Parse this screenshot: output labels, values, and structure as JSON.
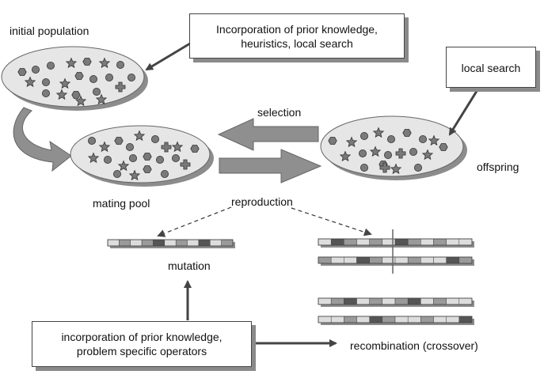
{
  "labels": {
    "initial_population": "initial population",
    "mating_pool": "mating pool",
    "offspring": "offspring",
    "selection": "selection",
    "reproduction": "reproduction",
    "mutation": "mutation",
    "recombination": "recombination (crossover)"
  },
  "boxes": {
    "prior_knowledge_top": [
      "Incorporation of prior knowledge,",
      "heuristics, local search"
    ],
    "local_search": "local search",
    "prior_knowledge_bottom": [
      "incorporation of prior knowledge,",
      "problem specific operators"
    ]
  },
  "colors": {
    "ellipse_fill": "#e6e6e6",
    "ellipse_shadow": "#8c8c8c",
    "individual": "#7a7a7a",
    "arrow_fill": "#8f8f8f",
    "gene_dark": "#555555",
    "gene_mid": "#9a9a9a",
    "gene_light": "#dddddd"
  }
}
